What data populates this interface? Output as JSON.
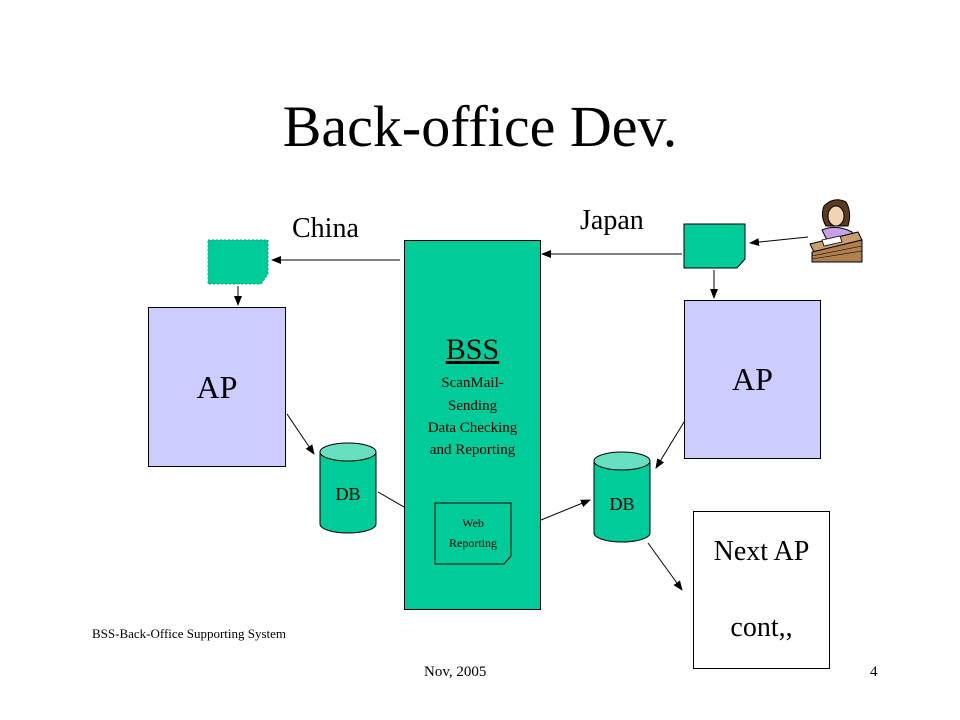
{
  "title": "Back-office Dev.",
  "regions": {
    "left": "China",
    "right": "Japan"
  },
  "ap_left": {
    "label": "AP"
  },
  "ap_right": {
    "label": "AP"
  },
  "bss": {
    "title": "BSS",
    "desc_lines": [
      "ScanMail-",
      "Sending",
      "Data Checking",
      "and Reporting"
    ]
  },
  "web_reporting": {
    "lines": [
      "Web",
      "Reporting"
    ]
  },
  "db_left": {
    "label": "DB"
  },
  "db_right": {
    "label": "DB"
  },
  "next_ap": {
    "label": "Next AP\ncont,,",
    "lines": [
      "Next AP",
      "cont,,"
    ]
  },
  "footnote": "BSS-Back-Office Supporting System",
  "footer": {
    "date": "Nov, 2005",
    "page": "4"
  },
  "colors": {
    "bss": "#00cc99",
    "ap": "#ccccff",
    "doc": "#00cc99"
  }
}
